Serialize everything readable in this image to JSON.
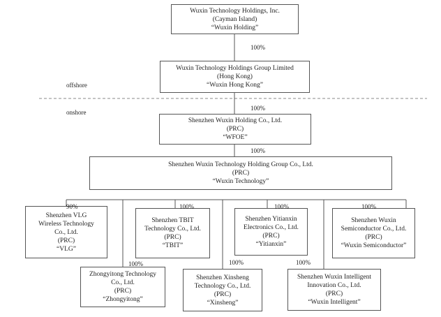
{
  "entities": {
    "wuxin_holding": {
      "lines": [
        "Wuxin Technology Holdings, Inc.",
        "(Cayman Island)",
        "“Wuxin Holding”"
      ]
    },
    "wuxin_hk": {
      "lines": [
        "Wuxin Technology Holdings Group Limited",
        "(Hong Kong)",
        "“Wuxin Hong Kong”"
      ]
    },
    "wfoe": {
      "lines": [
        "Shenzhen Wuxin Holding Co., Ltd.",
        "(PRC)",
        "“WFOE”"
      ]
    },
    "wuxin_tech": {
      "lines": [
        "Shenzhen Wuxin Technology Holding Group Co., Ltd.",
        "(PRC)",
        "“Wuxin Technology”"
      ]
    },
    "vlg": {
      "lines": [
        "Shenzhen VLG",
        "Wireless Technology",
        "Co., Ltd.",
        "(PRC)",
        "“VLG”"
      ]
    },
    "tbit": {
      "lines": [
        "Shenzhen TBIT",
        "Technology Co., Ltd.",
        "(PRC)",
        "“TBIT”"
      ]
    },
    "yitianxin": {
      "lines": [
        "Shenzhen Yitianxin",
        "Electronics Co., Ltd.",
        "(PRC)",
        "“Yitianxin”"
      ]
    },
    "semiconductor": {
      "lines": [
        "Shenzhen Wuxin",
        "Semiconductor Co., Ltd.",
        "(PRC)",
        "“Wuxin Semiconductor”"
      ]
    },
    "zhongyitong": {
      "lines": [
        "Zhongyitong Technology",
        "Co., Ltd.",
        "(PRC)",
        "“Zhongyitong”"
      ]
    },
    "xinsheng": {
      "lines": [
        "Shenzhen Xinsheng",
        "Technology Co., Ltd.",
        "(PRC)",
        "“Xinsheng”"
      ]
    },
    "intelligent": {
      "lines": [
        "Shenzhen Wuxin Intelligent",
        "Innovation Co., Ltd.",
        "(PRC)",
        "“Wuxin Intelligent”"
      ]
    }
  },
  "ownership": {
    "holding_to_hk": "100%",
    "hk_to_wfoe": "100%",
    "wfoe_to_tech": "100%",
    "tech_to_vlg": "90%",
    "tech_to_tbit": "100%",
    "tech_to_yitianxin": "100%",
    "tech_to_semiconductor": "100%",
    "tech_to_zhongyitong": "100%",
    "tech_to_xinsheng": "100%",
    "tech_to_intelligent": "100%"
  },
  "zones": {
    "offshore": "offshore",
    "onshore": "onshore"
  },
  "colors": {
    "line": "#555555",
    "divider": "#888888",
    "text": "#222222"
  }
}
